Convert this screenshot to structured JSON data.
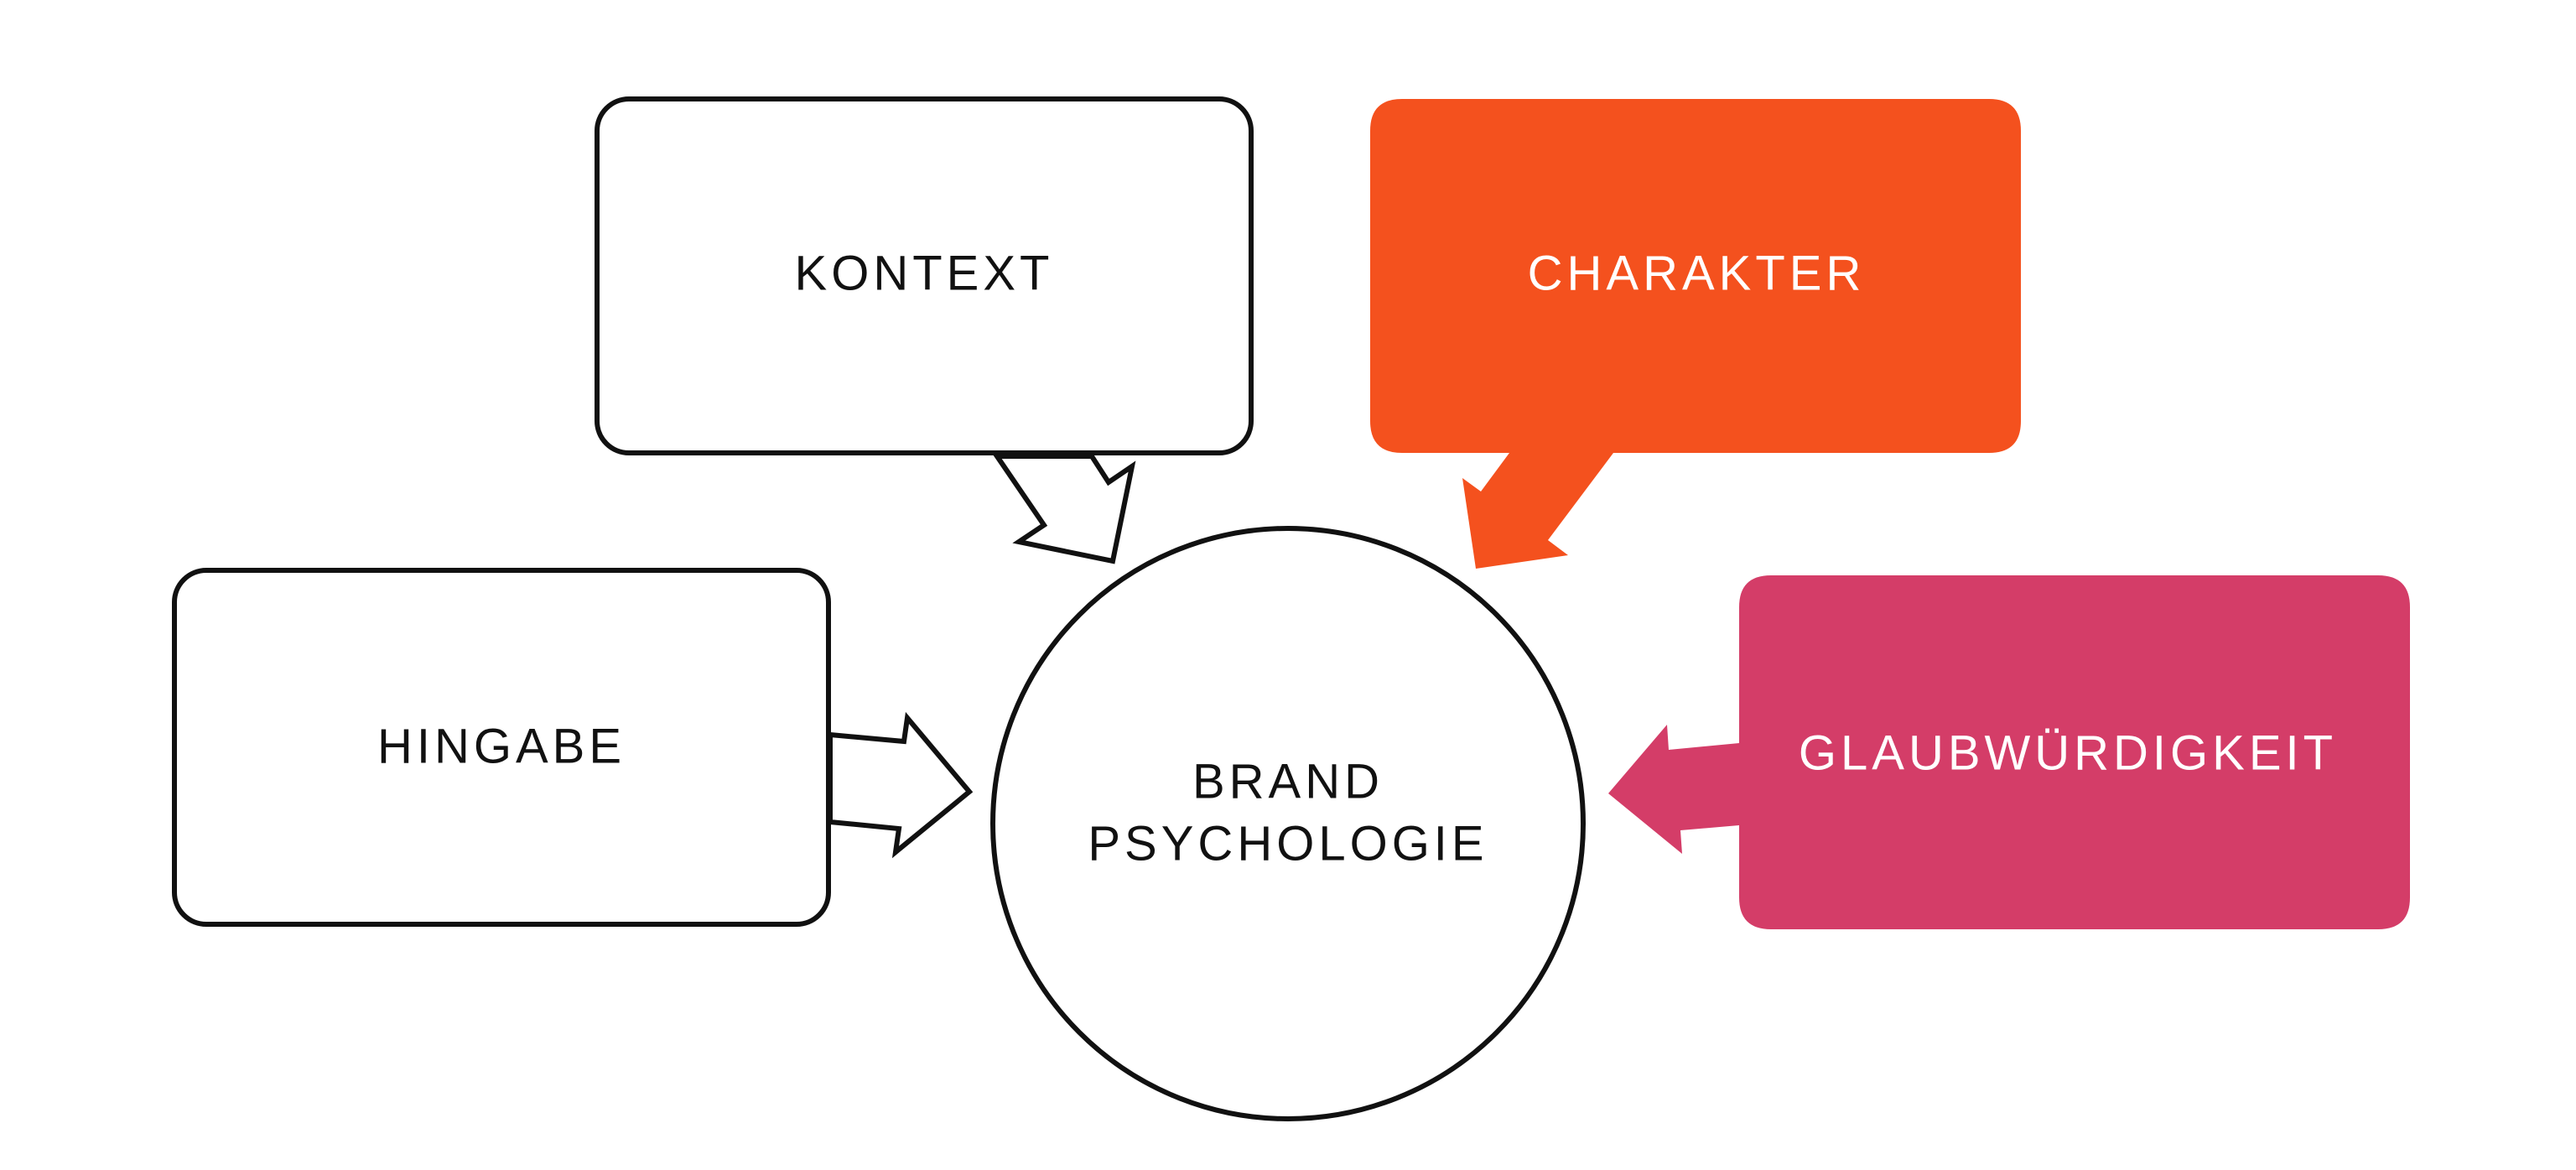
{
  "center": {
    "line1": "BRAND",
    "line2": "PSYCHOLOGIE"
  },
  "boxes": {
    "kontext": {
      "label": "KONTEXT"
    },
    "charakter": {
      "label": "CHARAKTER"
    },
    "hingabe": {
      "label": "HINGABE"
    },
    "glaubwuerdigkeit": {
      "label": "GLAUBWÜRDIGKEIT"
    }
  },
  "colors": {
    "outline": "#111111",
    "charakter_fill": "#f4511e",
    "glaubwuerdigkeit_fill": "#d43d68",
    "background": "#ffffff"
  }
}
